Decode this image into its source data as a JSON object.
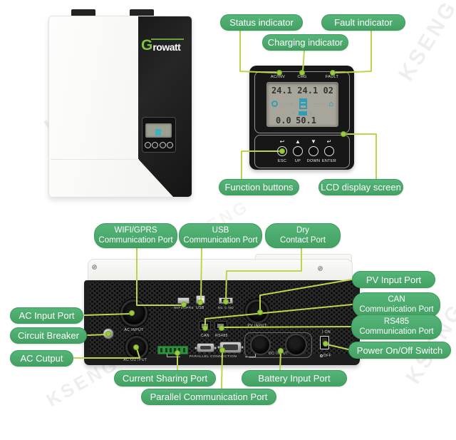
{
  "watermark": "KSENG",
  "colors": {
    "pill_green": "#47a767",
    "line_green": "#bdd44f",
    "dot_green": "#9bcb3e",
    "logo_green": "#7dc242",
    "lcd_teal": "#2f9eb5"
  },
  "inverter": {
    "brand_g": "G",
    "brand_rest": "rowatt"
  },
  "panel": {
    "indicators": [
      "AC/INV",
      "CHG",
      "FAULT"
    ],
    "lcd": {
      "v1": "24.1",
      "v2": "24.1",
      "v3": "02",
      "v4": "0.0",
      "v5": "50.1"
    },
    "buttons": [
      {
        "icon": "↩",
        "label": "ESC"
      },
      {
        "icon": "▲",
        "label": "UP"
      },
      {
        "icon": "▼",
        "label": "DOWN"
      },
      {
        "icon": "↵",
        "label": "ENTER"
      }
    ]
  },
  "callouts": {
    "status": "Status indicator",
    "fault": "Fault indicator",
    "charging": "Charging indicator",
    "function_buttons": "Function buttons",
    "lcd_screen": "LCD display screen",
    "wifi_line1": "WIFI/GPRS",
    "wifi_line2": "Communication Port",
    "usb_line1": "USB",
    "usb_line2": "Communication Port",
    "dry_line1": "Dry",
    "dry_line2": "Contact Port",
    "ac_input": "AC Input Port",
    "circuit_breaker": "Circuit Breaker",
    "ac_output": "AC Cutput",
    "pv_input": "PV Input Port",
    "can_line1": "CAN",
    "can_line2": "Communication Port",
    "rs485_line1": "RS485",
    "rs485_line2": "Communication Port",
    "power_switch": "Power On/Off Switch",
    "current_sharing": "Current Sharing Port",
    "battery_input": "Battery Input Port",
    "parallel": "Parallel Communication Port"
  },
  "ports": {
    "ac_input": "AC INPUT",
    "ac_output": "AC OUTPUT",
    "wifi": "WIFI/GPRS",
    "usb": "USB",
    "dry": "NC C NO",
    "can": "CAN",
    "rs485": "RS485",
    "pv": "PV INPUT",
    "parallel": "PARALLEL CONNECTION",
    "dc": "DC INPUT",
    "on": "I ON",
    "off": "OFF"
  }
}
